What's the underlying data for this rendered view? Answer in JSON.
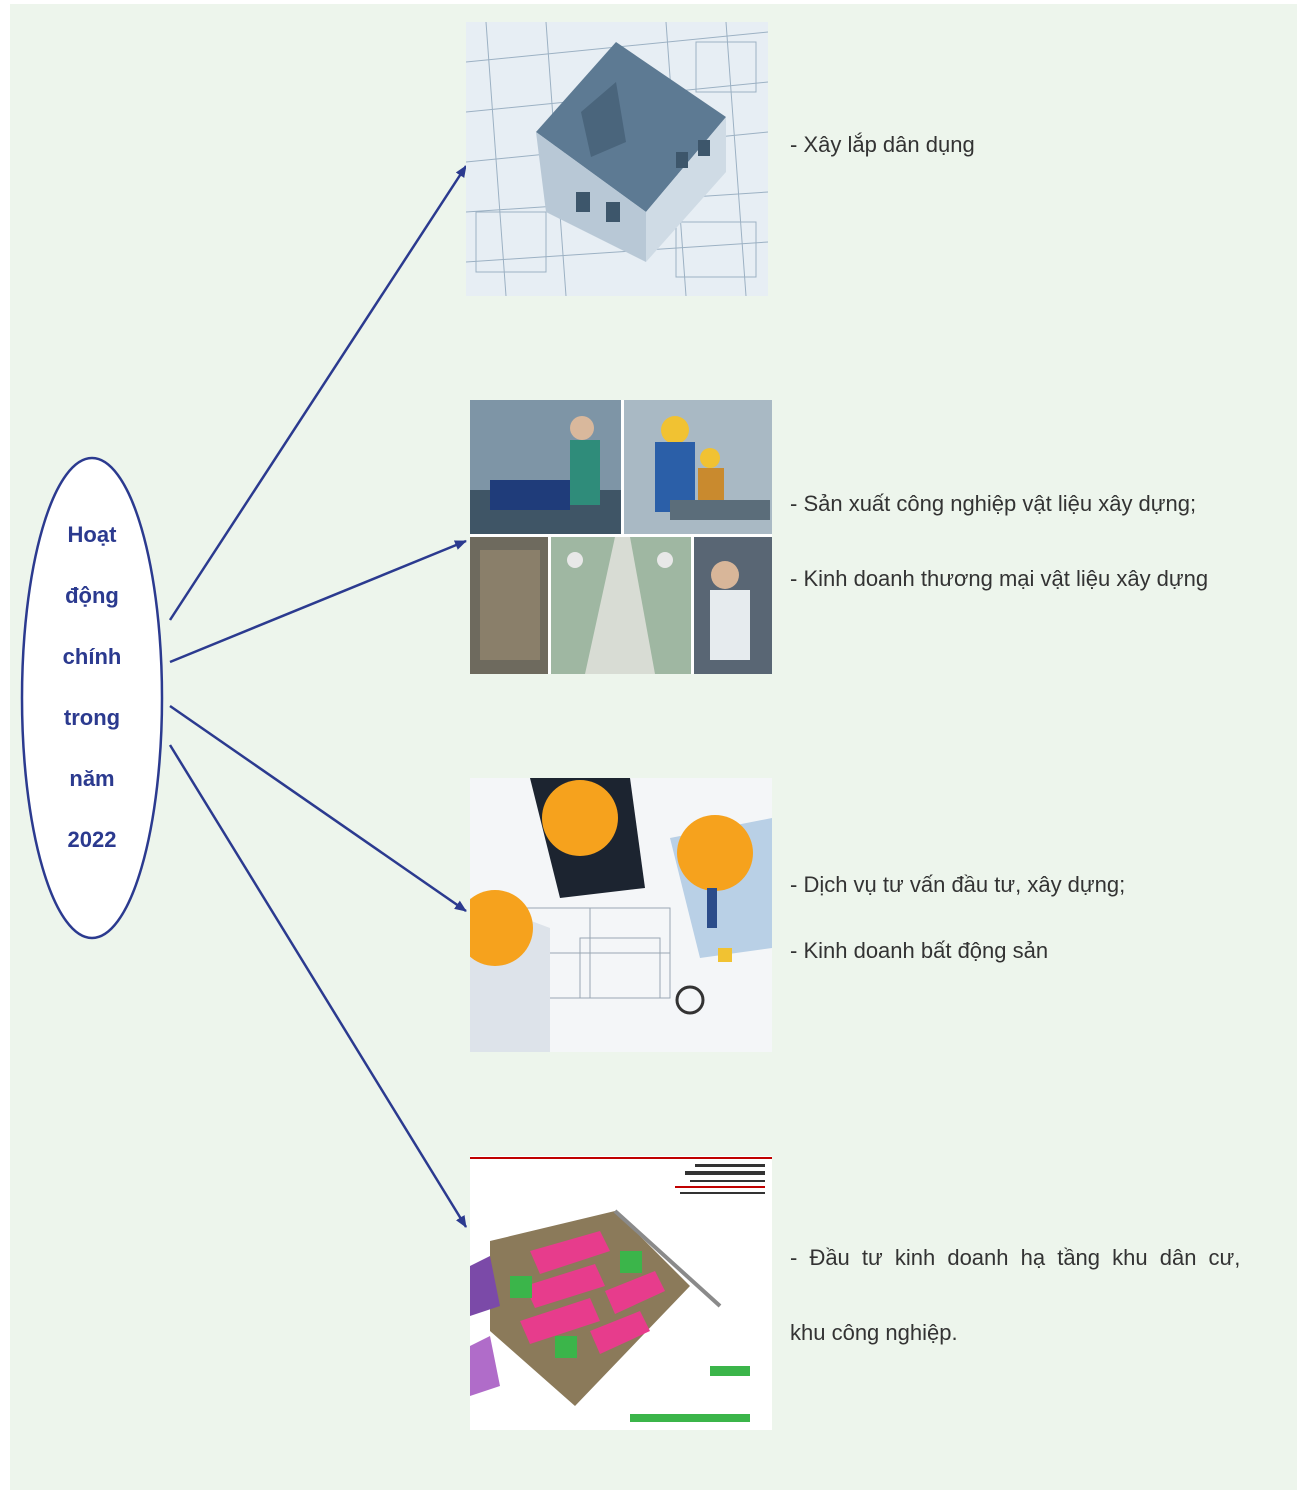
{
  "center": {
    "lines": [
      "Hoạt",
      "động",
      "chính",
      "trong",
      "năm",
      "2022"
    ]
  },
  "branches": [
    {
      "image": "house-blueprint-photo",
      "lines": [
        "- Xây lắp dân dụng"
      ]
    },
    {
      "image": "factory-workers-collage",
      "lines": [
        "- Sản xuất công nghiệp vật liệu xây dựng;",
        "- Kinh doanh thương mại vật liệu xây dựng"
      ]
    },
    {
      "image": "engineers-planning-photo",
      "lines": [
        "- Dịch vụ tư vấn đầu tư, xây dựng;",
        "- Kinh doanh bất động sản"
      ]
    },
    {
      "image": "residential-zone-masterplan",
      "lines": [
        "- Đầu tư kinh doanh hạ tầng khu dân cư,",
        "khu công nghiệp."
      ]
    }
  ],
  "colors": {
    "background": "#edf5ec",
    "accent": "#2b3a8f",
    "text": "#333333"
  }
}
